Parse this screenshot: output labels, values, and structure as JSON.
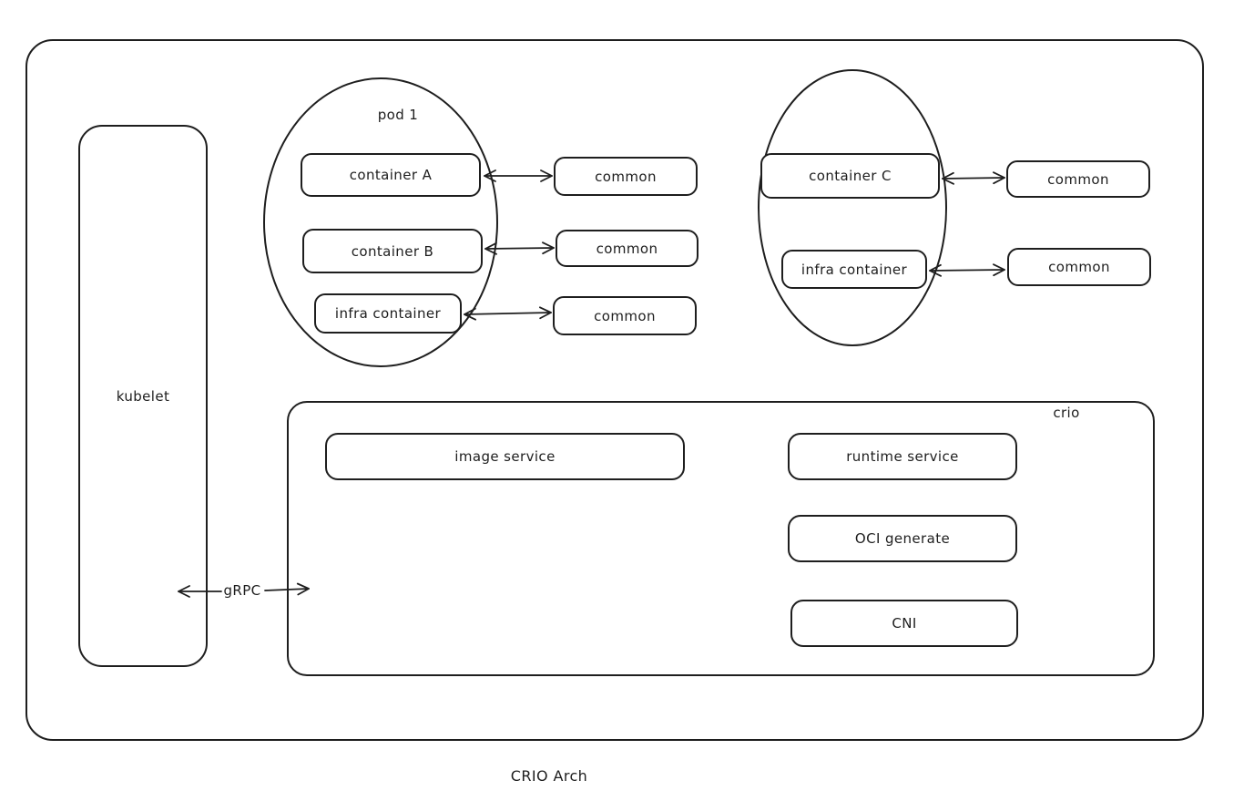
{
  "diagram": {
    "caption": "CRIO Arch",
    "colors": {
      "stroke": "#1e1e1e",
      "background": "#ffffff"
    },
    "kubelet": {
      "label": "kubelet"
    },
    "grpc": {
      "label": "gRPC"
    },
    "pod1": {
      "label": "pod 1",
      "containers": [
        {
          "label": "container A"
        },
        {
          "label": "container B"
        },
        {
          "label": "infra container"
        }
      ],
      "commons": [
        {
          "label": "common"
        },
        {
          "label": "common"
        },
        {
          "label": "common"
        }
      ]
    },
    "pod2": {
      "containers": [
        {
          "label": "container C"
        },
        {
          "label": "infra container"
        }
      ],
      "commons": [
        {
          "label": "common"
        },
        {
          "label": "common"
        }
      ]
    },
    "crio": {
      "label": "crio",
      "image_service": {
        "label": "image service"
      },
      "runtime_service": {
        "label": "runtime service"
      },
      "oci_generate": {
        "label": "OCI generate"
      },
      "cni": {
        "label": "CNI"
      }
    }
  }
}
